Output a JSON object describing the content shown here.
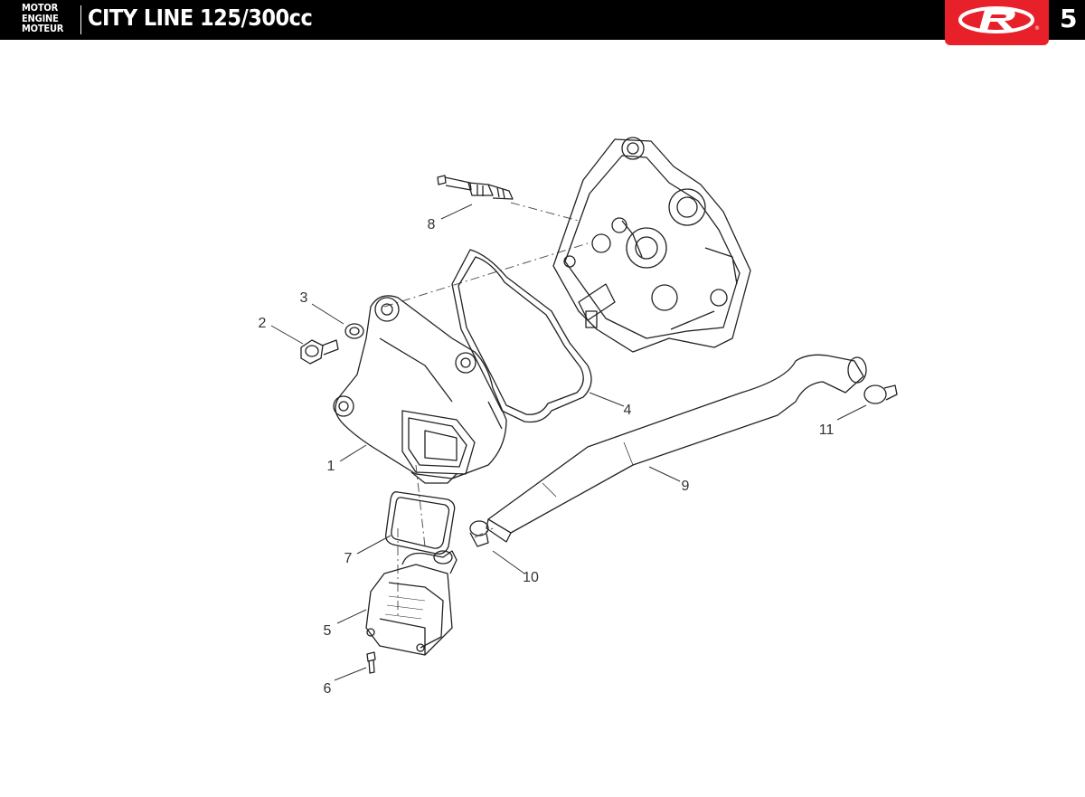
{
  "header": {
    "section_labels": [
      "MOTOR",
      "ENGINE",
      "MOTEUR"
    ],
    "title": "CITY LINE 125/300cc",
    "page_number": "5",
    "brand_color": "#e8202a"
  },
  "diagram": {
    "callouts": [
      "1",
      "2",
      "3",
      "4",
      "5",
      "6",
      "7",
      "8",
      "9",
      "10",
      "11"
    ]
  }
}
